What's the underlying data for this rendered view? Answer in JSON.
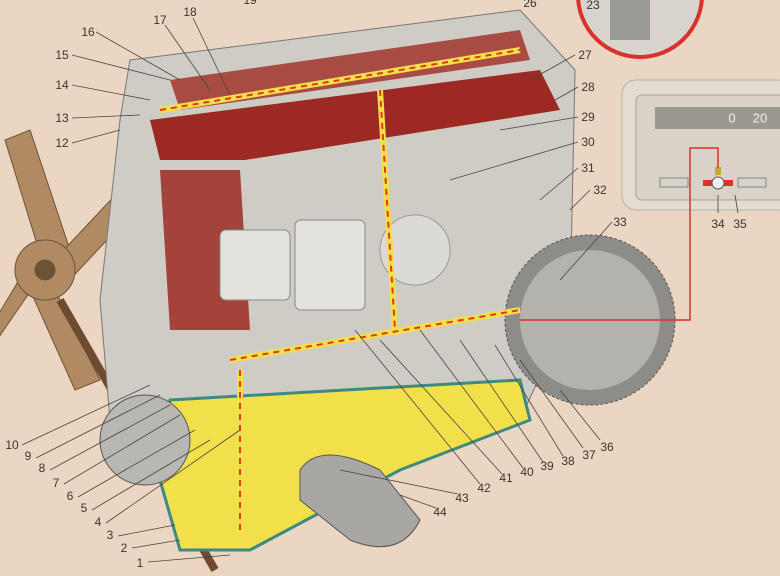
{
  "title": "Engine lubrication system",
  "labels": [
    "1",
    "2",
    "3",
    "4",
    "5",
    "6",
    "7",
    "8",
    "9",
    "10",
    "12",
    "13",
    "14",
    "15",
    "16",
    "17",
    "18",
    "19",
    "26",
    "23",
    "27",
    "28",
    "29",
    "30",
    "31",
    "32",
    "33",
    "34",
    "35",
    "36",
    "37",
    "38",
    "39",
    "40",
    "41",
    "42",
    "43",
    "44"
  ],
  "gauge": {
    "scale_0": "0",
    "scale_20": "20"
  },
  "colors": {
    "background": "#ead6c2",
    "oil": "#f2e04a",
    "head": "#9c2a22",
    "flow": "#e03a1a",
    "coolant": "#5fb3a8",
    "fan": "#b08a62"
  }
}
